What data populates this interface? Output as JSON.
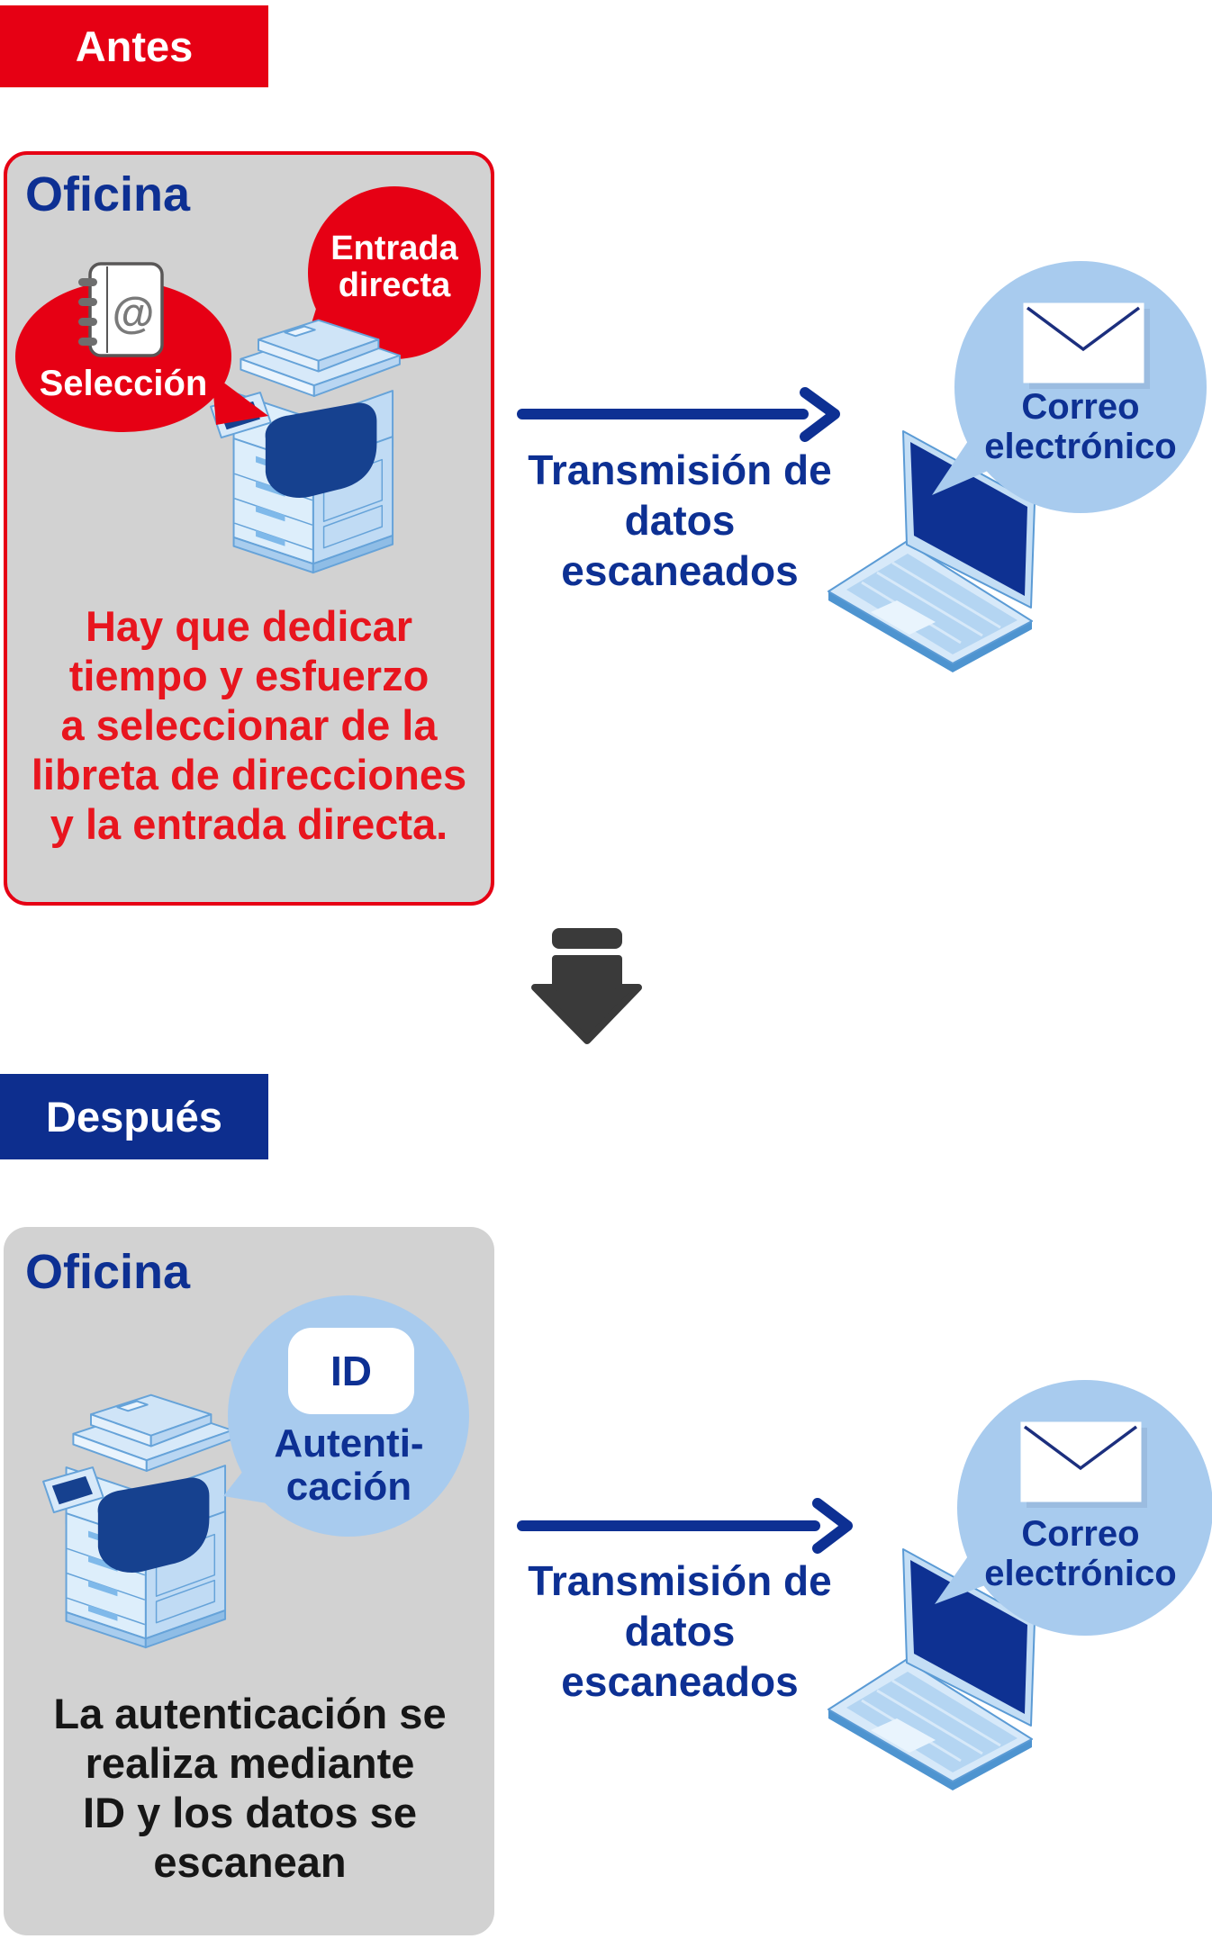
{
  "colors": {
    "accent_red": "#e60014",
    "caption_red": "#e8151e",
    "banner_blue": "#0d2e8e",
    "text_blue": "#0d3093",
    "bubble_light_blue": "#a8cbee",
    "panel_gray": "#d2d2d2",
    "down_arrow_gray": "#3a3a3a",
    "device_navy": "#16418f"
  },
  "icons": {
    "at_symbol": "@"
  },
  "before": {
    "banner": "Antes",
    "office_label": "Oficina",
    "selection_bubble_label": "Selección",
    "direct_entry_bubble_lines": [
      "Entrada",
      "directa"
    ],
    "caption_lines": [
      "Hay que dedicar",
      "tiempo y esfuerzo",
      "a seleccionar de la",
      "libreta de direcciones",
      "y la entrada directa."
    ],
    "arrow_label_lines": [
      "Transmisión de",
      "datos escaneados"
    ],
    "email_label_lines": [
      "Correo",
      "electrónico"
    ]
  },
  "after": {
    "banner": "Después",
    "office_label": "Oficina",
    "id_badge_label": "ID",
    "auth_bubble_lines": [
      "Autenti-",
      "cación"
    ],
    "caption_lines": [
      "La autenticación se",
      "realiza mediante",
      "ID y los datos se",
      "escanean"
    ],
    "arrow_label_lines": [
      "Transmisión de",
      "datos escaneados"
    ],
    "email_label_lines": [
      "Correo",
      "electrónico"
    ]
  }
}
